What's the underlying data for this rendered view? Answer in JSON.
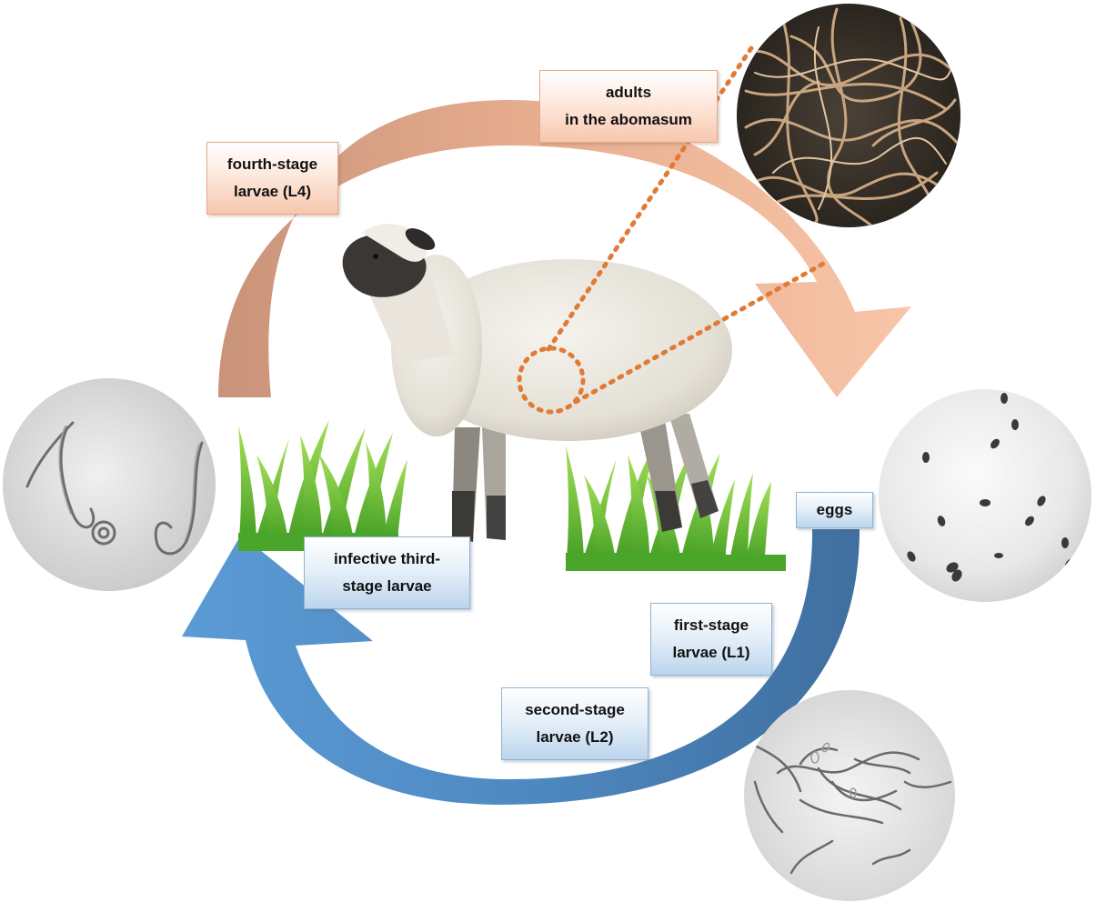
{
  "labels": {
    "fourth_stage": "fourth-stage\nlarvae (L4)",
    "adults": "adults\nin the abomasum",
    "eggs": "eggs",
    "infective_third_stage": "infective third-\nstage larvae",
    "first_stage": "first-stage\nlarvae (L1)",
    "second_stage": "second-stage\nlarvae (L2)"
  },
  "colors": {
    "host_arrow": "#dba082",
    "host_arrow_light": "#f6c3a6",
    "environment_arrow_dark": "#3f6f9f",
    "environment_arrow_light": "#5b9bd5",
    "callout_dots": "#e07a35",
    "grass": "#5cb82e"
  },
  "icons": {
    "host": "sheep-illustration",
    "pasture": "grass-illustration",
    "micrographs": [
      "adult-worms-photo",
      "eggs-micrograph",
      "l1-l2-larvae-micrograph",
      "l3-larvae-micrograph"
    ]
  }
}
